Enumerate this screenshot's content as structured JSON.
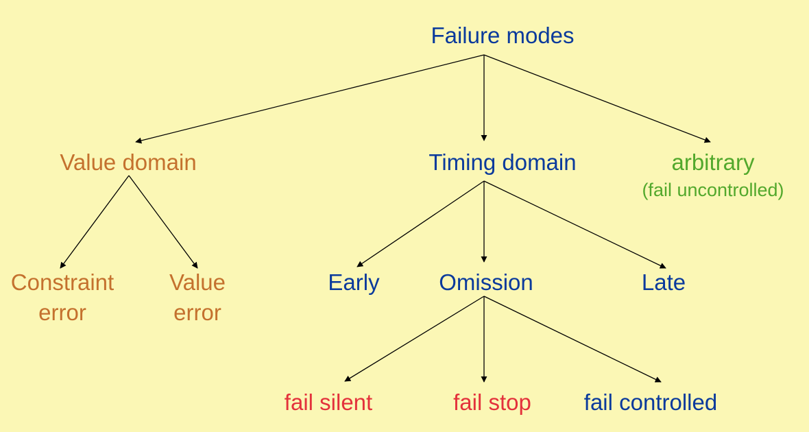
{
  "colors": {
    "background": "#fbf7b5",
    "timing": "#0a3a9c",
    "value": "#c4712e",
    "arbitrary": "#52a82c",
    "fail": "#e3313b",
    "edge": "#000000"
  },
  "nodes": {
    "root": "Failure modes",
    "value_domain": "Value domain",
    "timing_domain": "Timing domain",
    "arbitrary": "arbitrary",
    "arbitrary_note": "(fail uncontrolled)",
    "constraint_error": [
      "Constraint",
      "error"
    ],
    "value_error": [
      "Value",
      "error"
    ],
    "early": "Early",
    "omission": "Omission",
    "late": "Late",
    "fail_silent": "fail silent",
    "fail_stop": "fail stop",
    "fail_controlled": "fail controlled"
  }
}
